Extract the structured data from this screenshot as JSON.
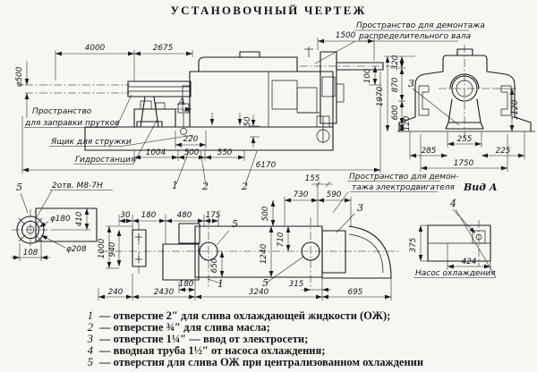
{
  "title": "УСТАНОВОЧНЫЙ ЧЕРТЕЖ",
  "front_view": {
    "dims": {
      "d4000": "4000",
      "d2675": "2675",
      "d1500": "1500",
      "dia500": "φ500",
      "d220": "220",
      "d1004": "1004",
      "d500": "500",
      "d550": "550",
      "d50": "50",
      "d6170": "6170"
    },
    "labels": {
      "view_arrow": "А",
      "bar_space_1": "Пространство",
      "bar_space_2": "для заправки прутков",
      "chip_box": "Ящик для стружки",
      "hydro": "Гидростанция"
    },
    "callouts": {
      "c1": "1",
      "c2a": "2",
      "c2b": "2"
    }
  },
  "side_view": {
    "caption": "Вид А",
    "labels": {
      "camshaft_1": "Пространство для демонтажа",
      "camshaft_2": "распределительного вала",
      "motor_1": "Пространство для демон-",
      "motor_2": "тажа электродвигателя"
    },
    "dims": {
      "d100": "100",
      "d320": "320",
      "d870": "870",
      "d1970": "1970",
      "d600": "600",
      "d120": "120",
      "d1120": "1120",
      "d255": "255",
      "d285": "285",
      "d225": "225",
      "d1750": "1750"
    },
    "callouts": {
      "c3": "3"
    }
  },
  "plan_view": {
    "dims": {
      "d30": "30",
      "d180_top": "180",
      "d480": "480",
      "d175": "175",
      "d730": "730",
      "d155": "155",
      "d590": "590",
      "d1000": "1000",
      "d940": "940",
      "d500": "500",
      "d710": "710",
      "d1240": "1240",
      "d650": "650",
      "d180_bottom": "180",
      "d240": "240",
      "d2430": "2430",
      "d3240": "3240",
      "d315": "315",
      "d695": "695"
    },
    "callouts": {
      "c3": "3",
      "c5a": "5",
      "c5b": "5",
      "c1": "1"
    }
  },
  "flange_detail": {
    "callout": "5",
    "note": "2отв. М8-7Н",
    "dims": {
      "dia180": "φ180",
      "dia208": "φ208",
      "d410": "410",
      "d108": "108"
    }
  },
  "pump_detail": {
    "callout": "4",
    "label": "Насос охлаждения",
    "dims": {
      "d375": "375",
      "d424": "424"
    }
  },
  "legend": {
    "items": [
      {
        "num": "1",
        "text": "— отверстие 2″ для слива охлаждающей жидкости (ОЖ);"
      },
      {
        "num": "2",
        "text": "— отверстие ¾″ для слива масла;"
      },
      {
        "num": "3",
        "text": "— отверстие 1¼″ — ввод от электросети;"
      },
      {
        "num": "4",
        "text": "— вводная труба 1½″ от насоса охлаждения;"
      },
      {
        "num": "5",
        "text": "— отверстия для слива ОЖ при централизованном охлаждении"
      }
    ]
  }
}
